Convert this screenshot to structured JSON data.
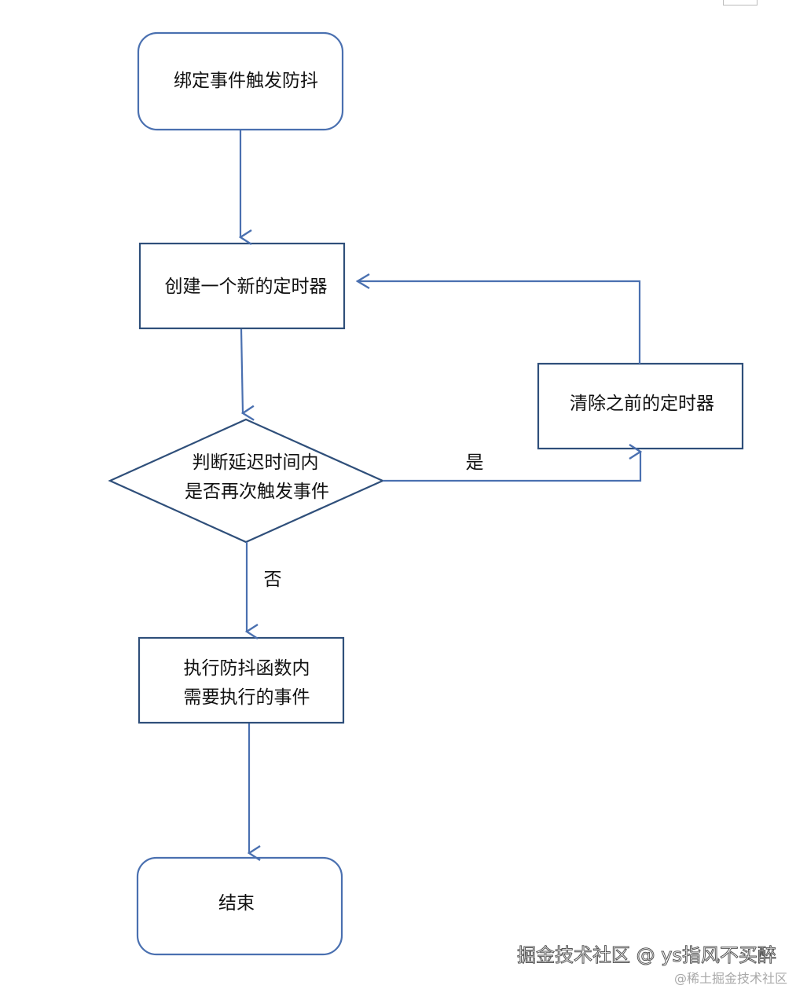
{
  "colors": {
    "stroke": "#4a70b0",
    "text": "#111111"
  },
  "nodes": {
    "start": "绑定事件触发防抖",
    "create_timer": "创建一个新的定时器",
    "clear_timer": "清除之前的定时器",
    "decision": {
      "line1": "判断延迟时间内",
      "line2": "是否再次触发事件"
    },
    "execute": {
      "line1": "执行防抖函数内",
      "line2": "需要执行的事件"
    },
    "end": "结束"
  },
  "edges": {
    "yes_label": "是",
    "no_label": "否"
  },
  "watermark": {
    "main": "掘金技术社区 @ ys指风不买醉",
    "sub": "@稀土掘金技术社区"
  }
}
